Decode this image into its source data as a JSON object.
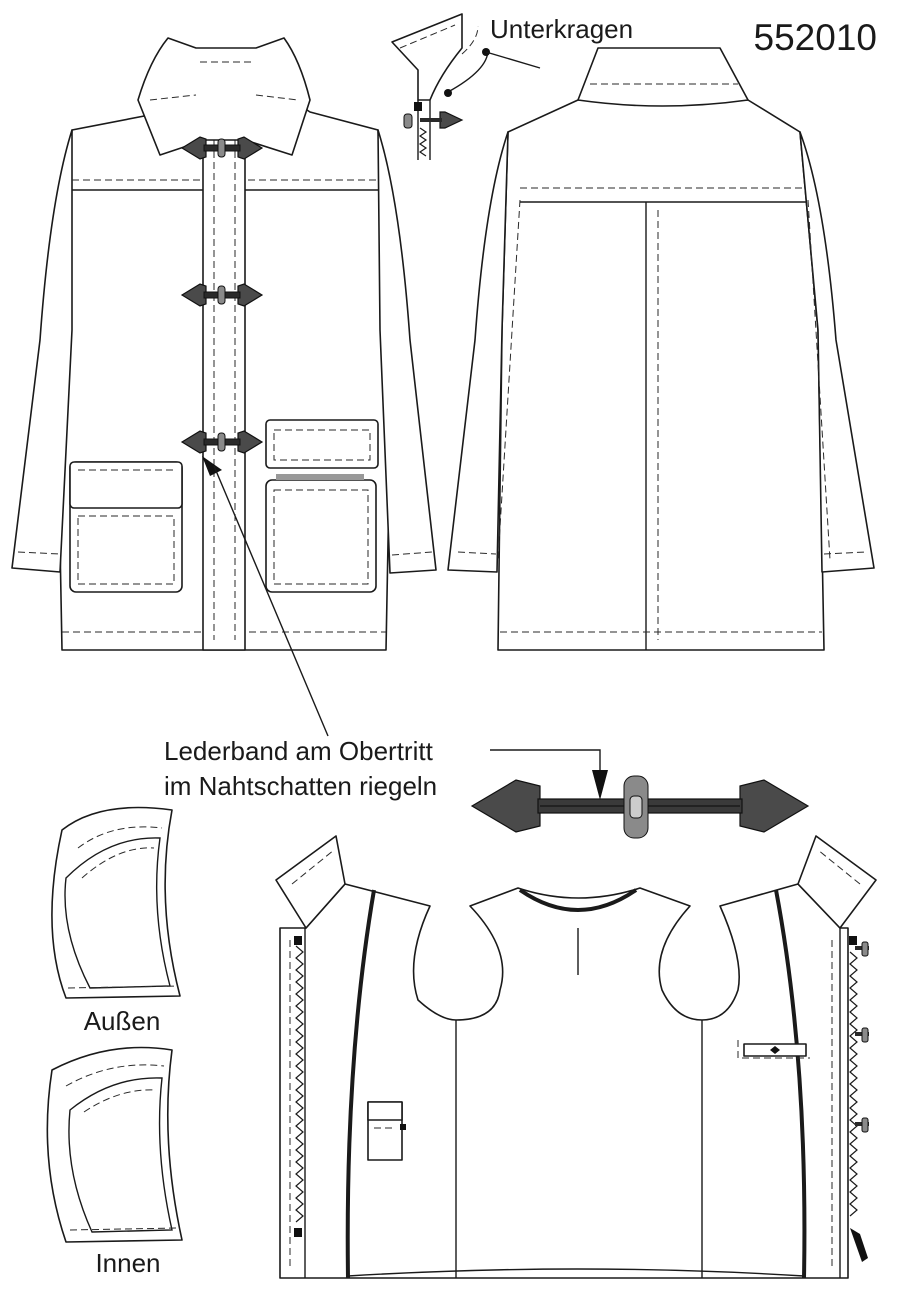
{
  "header": {
    "model_number": "552010"
  },
  "labels": {
    "undercollar": "Unterkragen",
    "leather_note_line1": "Lederband am Obertritt",
    "leather_note_line2": "im Nahtschatten riegeln",
    "hood_outer": "Außen",
    "hood_inner": "Innen"
  },
  "colors": {
    "line": "#1a1a1a",
    "toggle_fill": "#4a4a4a",
    "toggle_loop": "#8a8a8a",
    "pocket_flap_band": "#999999"
  }
}
